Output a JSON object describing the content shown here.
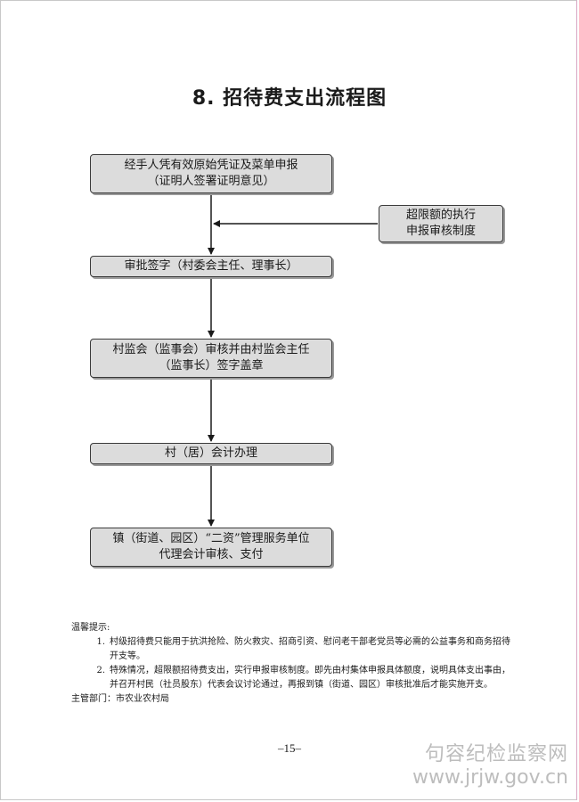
{
  "title": "8. 招待费支出流程图",
  "flow": {
    "step1": {
      "line1": "经手人凭有效原始凭证及菜单申报",
      "line2": "（证明人签署证明意见）"
    },
    "side_note": {
      "line1": "超限额的执行",
      "line2": "申报审核制度"
    },
    "step2": {
      "line1": "审批签字（村委会主任、理事长）"
    },
    "step3": {
      "line1": "村监会（监事会）审核并由村监会主任",
      "line2": "（监事长）签字盖章"
    },
    "step4": {
      "line1": "村（居）会计办理"
    },
    "step5": {
      "line1": "镇（街道、园区）“二资”管理服务单位",
      "line2": "代理会计审核、支付"
    }
  },
  "notes": {
    "heading": "温馨提示:",
    "items": [
      {
        "num": "1.",
        "text": "村级招待费只能用于抗洪抢险、防火救灾、招商引资、慰问老干部老党员等必需的公益事务和商务招待开支等。"
      },
      {
        "num": "2.",
        "text": "特殊情况，超限额招待费支出，实行申报审核制度。即先由村集体申报具体额度，说明具体支出事由，并召开村民（社员股东）代表会议讨论通过，再报到镇（街道、园区）审核批准后才能实施开支。"
      }
    ],
    "dept": "主管部门：市农业农村局"
  },
  "page_number": "–15–",
  "watermark": {
    "line1": "句容纪检监察网",
    "line2": "www.jrjw.gov.cn"
  }
}
